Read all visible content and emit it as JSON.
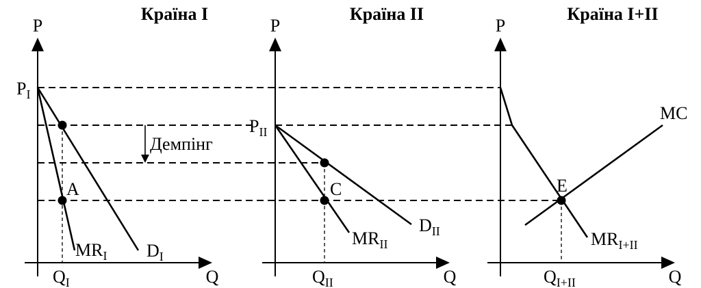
{
  "panels": [
    {
      "title": "Країна I",
      "p_axis": "P",
      "q_axis": "Q",
      "price_label": "P",
      "price_sub": "I",
      "q_label": "Q",
      "q_sub": "I"
    },
    {
      "title": "Країна II",
      "p_axis": "P",
      "q_axis": "Q",
      "price_label": "P",
      "price_sub": "II",
      "q_label": "Q",
      "q_sub": "II"
    },
    {
      "title": "Країна I+II",
      "p_axis": "P",
      "q_axis": "Q",
      "q_label": "Q",
      "q_sub": "I+II"
    }
  ],
  "curves": {
    "d1": {
      "main": "D",
      "sub": "I"
    },
    "mr1": {
      "main": "MR",
      "sub": "I"
    },
    "d2": {
      "main": "D",
      "sub": "II"
    },
    "mr2": {
      "main": "MR",
      "sub": "II"
    },
    "mr12": {
      "main": "MR",
      "sub": "I+II"
    },
    "mc": {
      "main": "MC"
    }
  },
  "points": {
    "a": "A",
    "c": "C",
    "e": "E"
  },
  "dumping_label": "Демпінг"
}
